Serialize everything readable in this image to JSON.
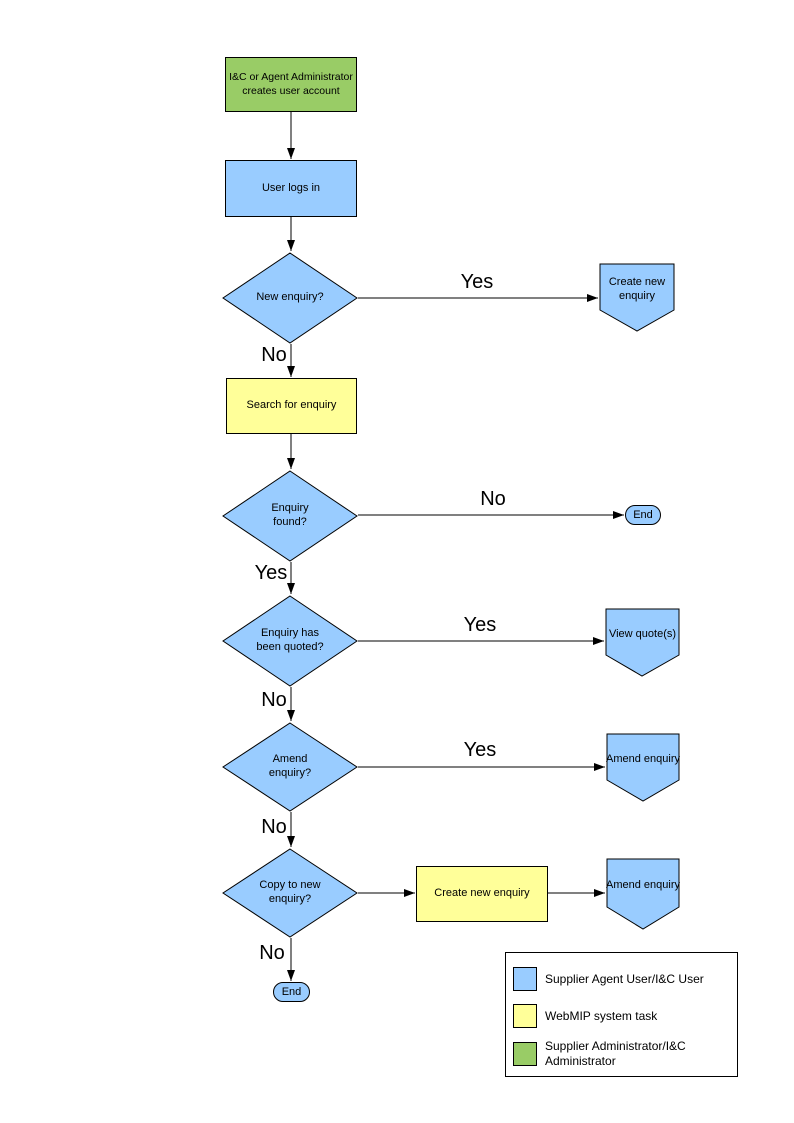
{
  "colors": {
    "user_task": "#99CCFF",
    "system_task": "#FFFF99",
    "admin_task": "#99CC66",
    "line": "#000000",
    "background": "#FFFFFF"
  },
  "nodes": {
    "create_account": "I&C or Agent Administrator\ncreates user account",
    "user_login": "User logs in",
    "new_enquiry_q": "New enquiry?",
    "create_new_enquiry_offpage": "Create new\nenquiry",
    "search_for_enquiry": "Search for enquiry",
    "enquiry_found_q": "Enquiry\nfound?",
    "end_top": "End",
    "enquiry_quoted_q": "Enquiry has\nbeen quoted?",
    "view_quotes": "View quote(s)",
    "amend_enquiry_q": "Amend\nenquiry?",
    "amend_enquiry_offpage_1": "Amend enquiry",
    "copy_to_new_q": "Copy to new\nenquiry?",
    "create_new_enquiry_task": "Create new enquiry",
    "amend_enquiry_offpage_2": "Amend enquiry",
    "end_bottom": "End"
  },
  "edge_labels": {
    "new_enquiry_yes": "Yes",
    "new_enquiry_no": "No",
    "enquiry_found_no": "No",
    "enquiry_found_yes": "Yes",
    "enquiry_quoted_yes": "Yes",
    "enquiry_quoted_no": "No",
    "amend_yes": "Yes",
    "amend_no": "No",
    "copy_no": "No"
  },
  "legend": {
    "items": [
      {
        "label": "Supplier Agent User/I&C User",
        "color": "#99CCFF"
      },
      {
        "label": "WebMIP system task",
        "color": "#FFFF99"
      },
      {
        "label": "Supplier Administrator/I&C Administrator",
        "color": "#99CC66"
      }
    ]
  }
}
